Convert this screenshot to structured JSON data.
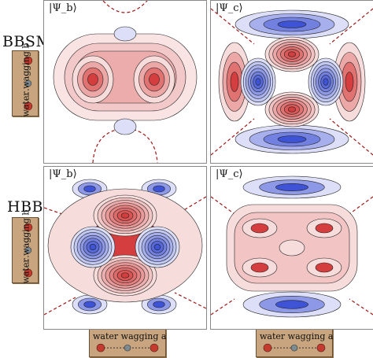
{
  "rows": [
    {
      "label": "BBSM",
      "axis_label": "water wagging b"
    },
    {
      "label": "HBB",
      "axis_label": "water wagging b"
    }
  ],
  "panels": [
    {
      "title": "|Ψ_b⟩",
      "row": 0,
      "col": 0
    },
    {
      "title": "|Ψ_c⟩",
      "row": 0,
      "col": 1
    },
    {
      "title": "|Ψ_b⟩",
      "row": 1,
      "col": 0
    },
    {
      "title": "|Ψ_c⟩",
      "row": 1,
      "col": 1
    }
  ],
  "bottom_axis": {
    "label": "water wagging a"
  },
  "colors": {
    "positive": "#d43a3a",
    "negative": "#3a4fd4",
    "contour": "#222222",
    "node_line": "#a01818",
    "box": "#c8a57e"
  }
}
